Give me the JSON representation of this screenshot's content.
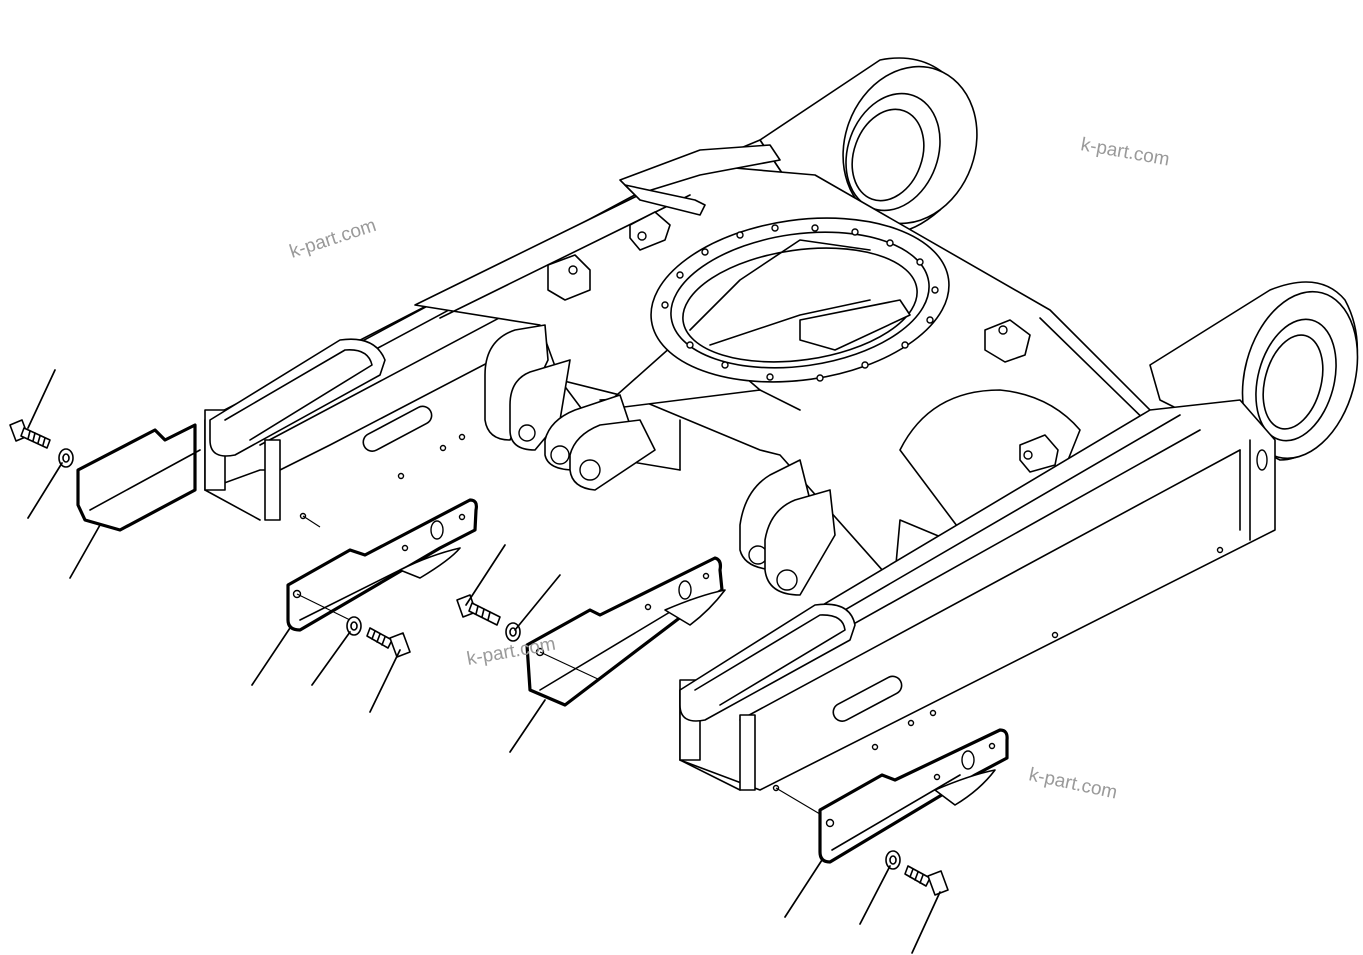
{
  "watermarks": [
    {
      "text": "k-part.com"
    },
    {
      "text": "k-part.com"
    },
    {
      "text": "k-part.com"
    },
    {
      "text": "k-part.com"
    }
  ],
  "style": {
    "line_color": "#000000",
    "background": "#ffffff",
    "watermark_color": "#9a9a9a"
  }
}
